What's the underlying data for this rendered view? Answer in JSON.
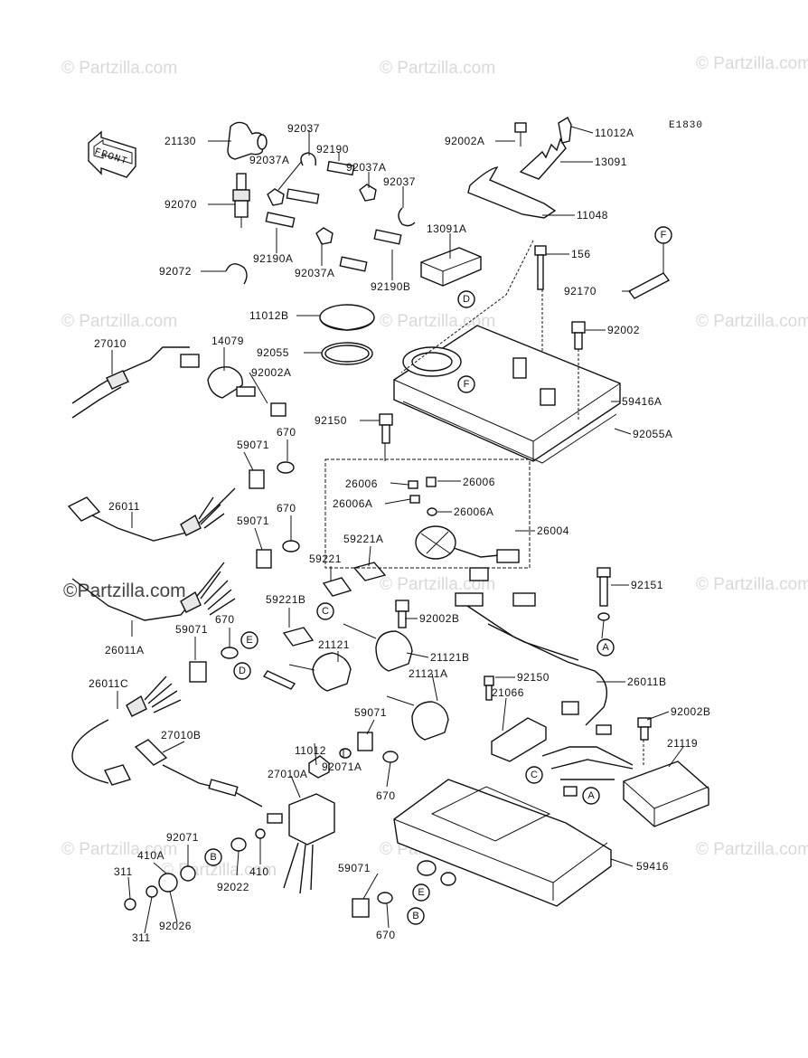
{
  "diagram_code": "E1830",
  "direction_label": "FRONT",
  "watermarks": [
    "© Partzilla.com",
    "© Partzilla.com",
    "© Partzilla.com",
    "© Partzilla.com",
    "© Partzilla.com",
    "© Partzilla.com",
    "© Partzilla.com",
    "© Partzilla.com",
    "© Partzilla.com",
    "© Partzilla.com",
    "© Partzilla.com",
    "© Partzilla.com"
  ],
  "watermark_dark": "©Partzilla.com",
  "callout_letters": [
    "A",
    "B",
    "C",
    "D",
    "E",
    "F"
  ],
  "part_labels": [
    "21130",
    "92037",
    "92190",
    "92037A",
    "92037A",
    "92037",
    "92070",
    "92190A",
    "92037A",
    "92190B",
    "92072",
    "13091A",
    "92002A",
    "11012A",
    "13091",
    "11048",
    "156",
    "F",
    "92170",
    "92002",
    "11012B",
    "92055",
    "27010",
    "14079",
    "92002A",
    "59416A",
    "92055A",
    "92150",
    "59071",
    "670",
    "26006",
    "26006",
    "26006A",
    "26006A",
    "26004",
    "26011",
    "59071",
    "670",
    "59221",
    "59221A",
    "92151",
    "26011A",
    "92002B",
    "59221B",
    "670",
    "59071",
    "21121",
    "21121B",
    "21121A",
    "92150",
    "26011B",
    "21066",
    "26011C",
    "27010B",
    "11012",
    "92071A",
    "59071",
    "92002B",
    "21119",
    "670",
    "27010A",
    "92071",
    "410A",
    "311",
    "311",
    "92026",
    "92022",
    "410",
    "59071",
    "670",
    "59416"
  ]
}
